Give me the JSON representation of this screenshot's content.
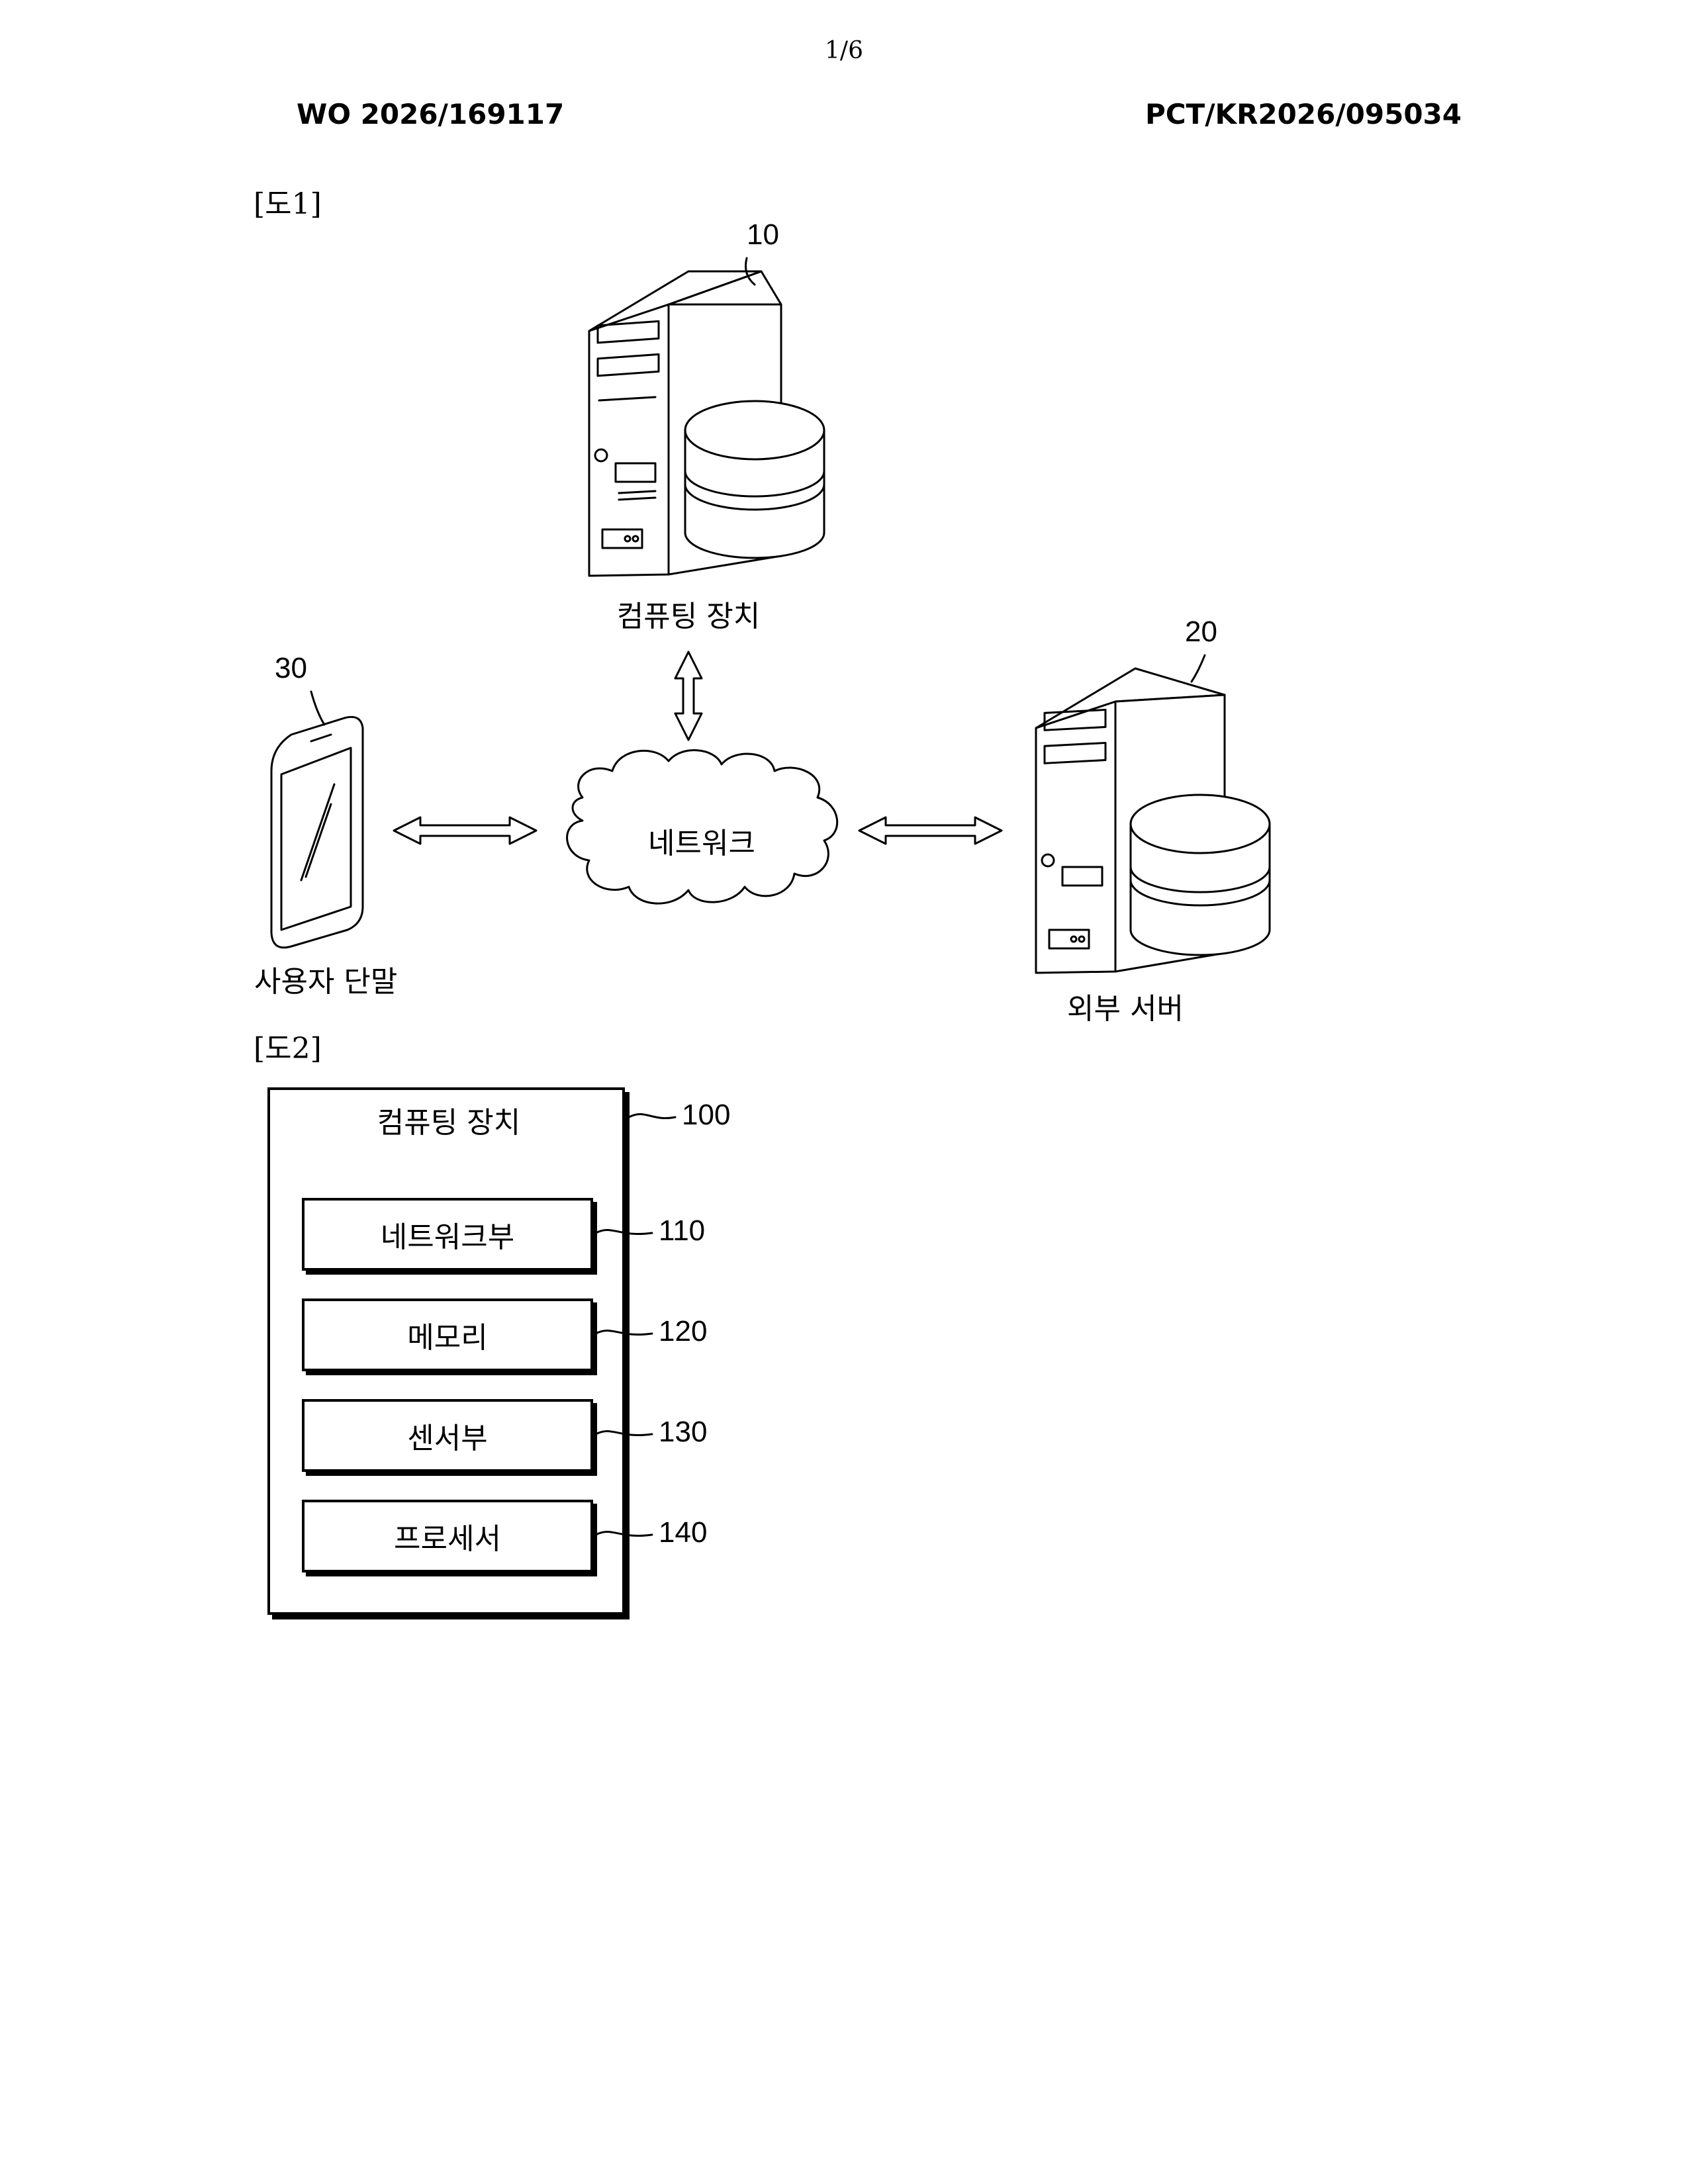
{
  "header": {
    "page_number": "1/6",
    "publication_number": "WO 2026/169117",
    "application_number": "PCT/KR2026/095034"
  },
  "figure1": {
    "label": "[도1]",
    "computing_device": {
      "ref": "10",
      "label": "컴퓨팅 장치"
    },
    "external_server": {
      "ref": "20",
      "label": "외부 서버"
    },
    "user_terminal": {
      "ref": "30",
      "label": "사용자 단말"
    },
    "network": {
      "label": "네트워크"
    }
  },
  "figure2": {
    "label": "[도2]",
    "container": {
      "ref": "100",
      "title": "컴퓨팅 장치"
    },
    "components": [
      {
        "ref": "110",
        "label": "네트워크부"
      },
      {
        "ref": "120",
        "label": "메모리"
      },
      {
        "ref": "130",
        "label": "센서부"
      },
      {
        "ref": "140",
        "label": "프로세서"
      }
    ]
  }
}
